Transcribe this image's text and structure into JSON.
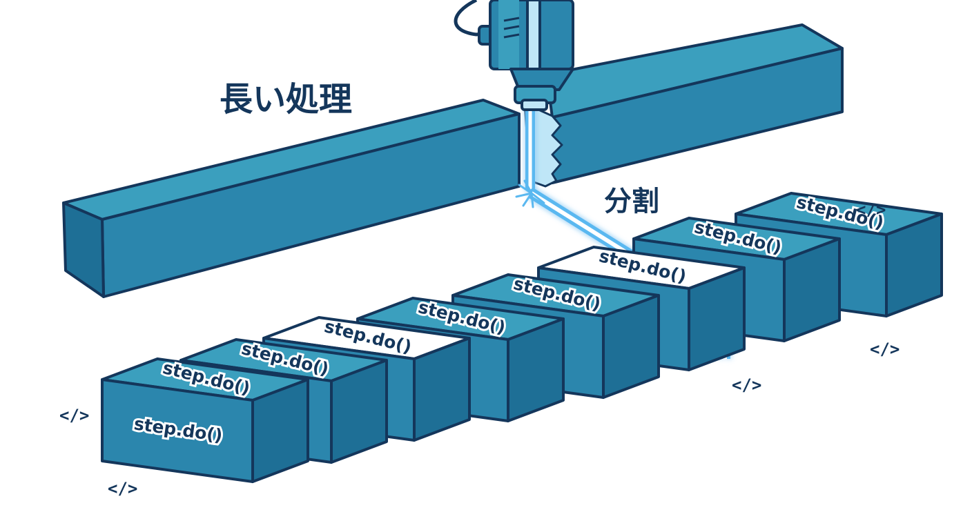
{
  "title": "長い処理",
  "split_label": "分割",
  "colors": {
    "outline": "#14365b",
    "teal_top": "#3b9fbe",
    "teal_face": "#2b86ad",
    "teal_side": "#1e6f96",
    "highlight": "#bfe6f7",
    "laser": "#5ab8f0"
  },
  "blocks": [
    {
      "label": "step.do()",
      "style": "teal",
      "front_label": "step.do()"
    },
    {
      "label": "step.do()",
      "style": "teal"
    },
    {
      "label": "step.do()",
      "style": "white"
    },
    {
      "label": "step.do()",
      "style": "teal"
    },
    {
      "label": "step.do()",
      "style": "teal"
    },
    {
      "label": "step.do()",
      "style": "white"
    },
    {
      "label": "step.do()",
      "style": "teal"
    },
    {
      "label": "step.do()",
      "style": "teal"
    }
  ],
  "code_icons": [
    "</>",
    "</>",
    "</>",
    "</>",
    "</>"
  ],
  "icons": [
    "laser-cutter-icon",
    "spark-icon",
    "code-icon"
  ]
}
